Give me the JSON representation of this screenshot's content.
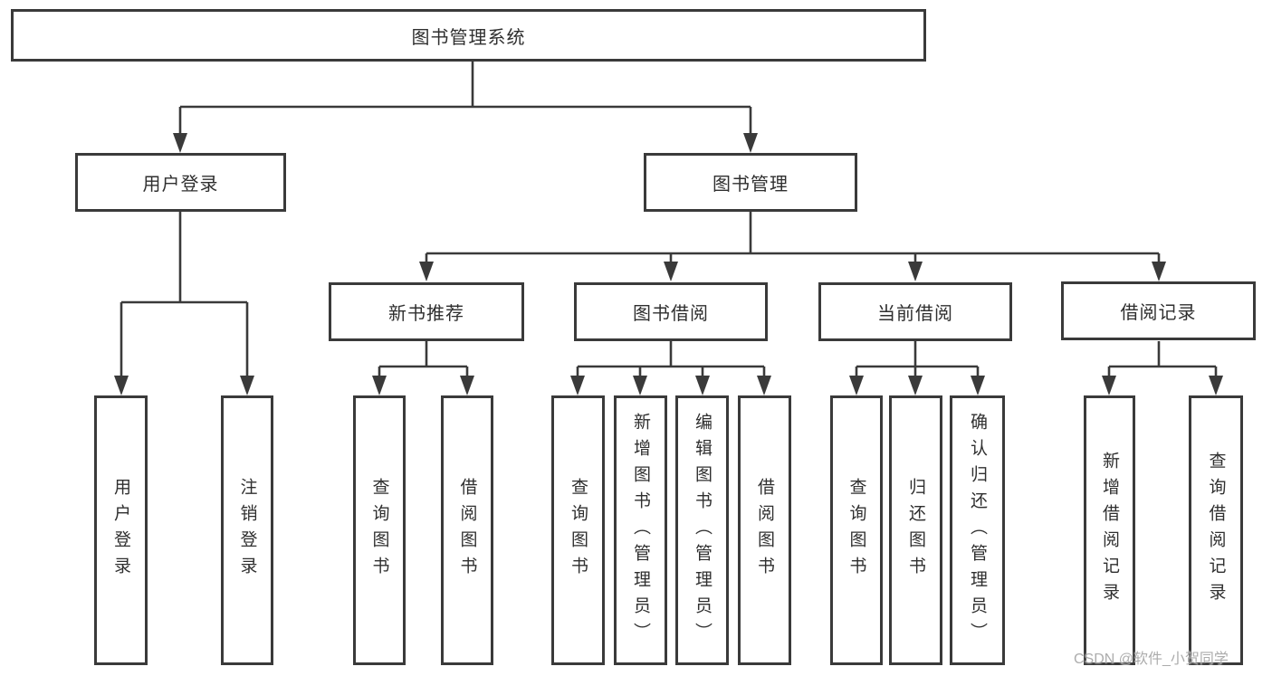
{
  "diagram": {
    "root": {
      "label": "图书管理系统"
    },
    "level2": [
      {
        "label": "用户登录",
        "leaves": [
          "用户登录",
          "注销登录"
        ]
      },
      {
        "label": "图书管理"
      }
    ],
    "level3": [
      {
        "label": "新书推荐",
        "leaves": [
          "查询图书",
          "借阅图书"
        ]
      },
      {
        "label": "图书借阅",
        "leaves": [
          "查询图书",
          "新增图书（管理员）",
          "编辑图书（管理员）",
          "借阅图书"
        ]
      },
      {
        "label": "当前借阅",
        "leaves": [
          "查询图书",
          "归还图书",
          "确认归还（管理员）"
        ]
      },
      {
        "label": "借阅记录",
        "leaves": [
          "新增借阅记录",
          "查询借阅记录"
        ]
      }
    ]
  },
  "watermark": {
    "text": "CSDN @软件_小贺同学"
  },
  "colors": {
    "line": "#3a3a3a",
    "box_border": "#3a3a3a",
    "text": "#2f2f2f",
    "watermark": "#a5a5a5",
    "background": "#ffffff"
  }
}
